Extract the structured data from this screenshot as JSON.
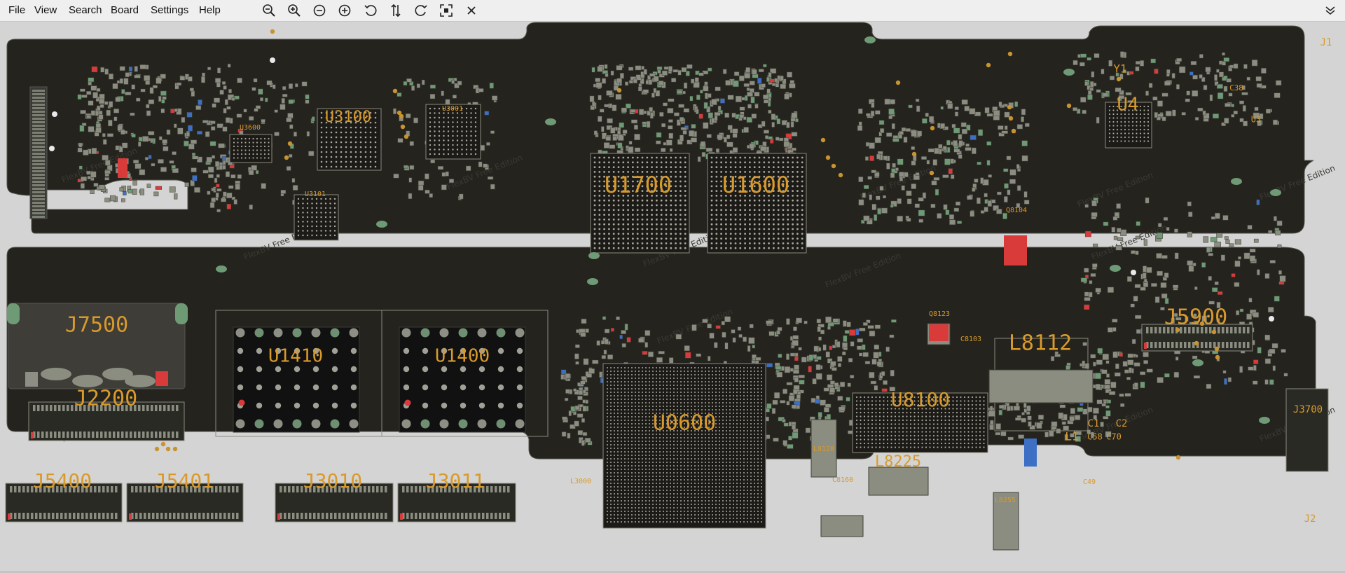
{
  "menu": {
    "file": "File",
    "view": "View",
    "search": "Search",
    "board": "Board",
    "settings": "Settings",
    "help": "Help"
  },
  "toolbar": {
    "tools": [
      "zoom-out",
      "zoom-in",
      "zoom-minus",
      "zoom-plus",
      "rotate-ccw",
      "flip",
      "rotate-cw",
      "fit-board",
      "close"
    ]
  },
  "board": {
    "watermark": "FlexBV Free Edition",
    "colors": {
      "background": "#d4d4d4",
      "board": "#24231e",
      "outline": "#8b8b7f",
      "label": "#d99a2c",
      "component": "#8a8d80",
      "pad_red": "#d93b3b",
      "pad_blue": "#3d6fc4",
      "via_gold": "#c89430"
    },
    "large_labels": [
      "U3100",
      "U1700",
      "U1600",
      "U4",
      "J7500",
      "U1410",
      "U1400",
      "J2200",
      "U0600",
      "U8100",
      "L8112",
      "L8225",
      "J5900",
      "J3700",
      "J5400",
      "J5401",
      "J3010",
      "J3011",
      "L1",
      "C1",
      "C2",
      "C58",
      "C70",
      "Y1",
      "J1",
      "J2",
      "U3",
      "C49",
      "C38"
    ],
    "small_labels": [
      "U3600",
      "U3001",
      "U3101",
      "Q8104",
      "C8160",
      "L8255",
      "L8128",
      "L3000",
      "Q8123",
      "C8103"
    ]
  }
}
